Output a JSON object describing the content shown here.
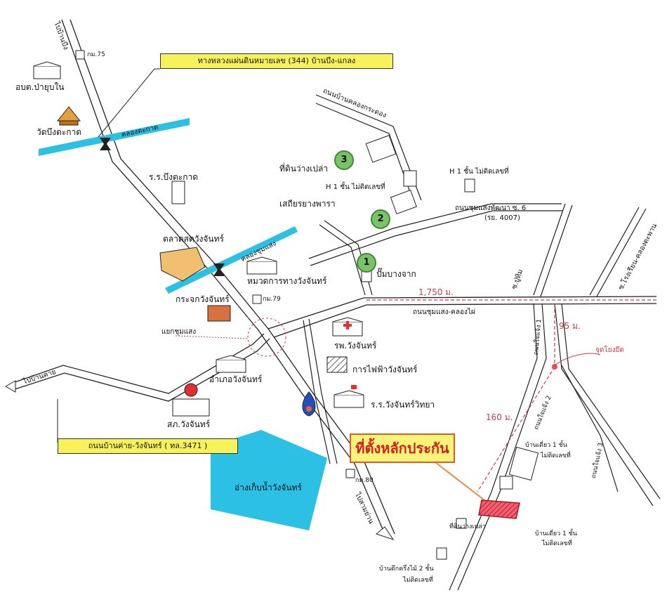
{
  "banners": {
    "top_highway": "ทางหลวงแผ่นดินหมายเลข (344) บ้านบึง-แกลง",
    "bottom_road": "ถนนบ้านค่าย-วังจันทร์ ( ทล.3471 )"
  },
  "main_label": "ที่ตั้งหลักประกัน",
  "landmarks": {
    "obt": "อบต.ป่ายุบใน",
    "wat": "วัดบึงตะกาด",
    "school_bt": "ร.ร.บึงตะกาด",
    "market": "ตลาดสดวังจันทร์",
    "highway_dept": "หมวดการทางวังจันทร์",
    "krok": "กระจกวังจันทร์",
    "intersection": "แยกชุมแสง",
    "district_office": "อำเภอวังจันทร์",
    "police": "สภ.วังจันทร์",
    "hospital": "รพ.วังจันทร์",
    "electricity": "การไฟฟ้าวังจันทร์",
    "school_wc": "ร.ร.วังจันทร์วิทยา",
    "reservoir": "อ่างเก็บน้ำวังจันทร์",
    "gas_station": "ปั๊มบางจาก",
    "vacant_land": "ที่ดินว่างเปล่า",
    "rubber_shop": "เสถียรยางพารา",
    "house_1a": "H 1 ชั้น ไม่ติดเลขที่",
    "house_1b": "H 1 ชั้น ไม่ติดเลขที่",
    "house_single_top_a": "บ้านเดี่ยว 1 ชั้น",
    "house_single_top_b": "ไม่ติดเลขที่",
    "house_single_bot_a": "บ้านเดี่ยว 1 ชั้น",
    "house_single_bot_b": "ไม่ติดเลขที่",
    "vacant_small": "ที่ดินว่างเปล่า",
    "house_half_a": "บ้านตึกครึ่งไม้ 2 ชั้น",
    "house_half_b": "ไม่ติดเลขที่"
  },
  "roads": {
    "to_bueng": "ไปบ้านบึง",
    "km75": "กม.75",
    "canal1": "คลองตะกาด",
    "canal2": "คลองชุมแสง",
    "khlong_krathong": "ถนนบ้านคลองกระดอง",
    "chumsaeng_phatthana": "ถนนชุมแสงพัฒนา ซ. 6",
    "ry4007": "(รย. 4007)",
    "chumsaeng_khlongphai": "ถนนชุมแสง-คลองไผ่",
    "s_putom": "ซ.ปู่ทิม",
    "s_school": "ซ.โรงเรียน-คลองตะพาน",
    "km79": "กม.79",
    "to_bankhai": "ไปบ้านค่าย",
    "km80": "กม.80",
    "to_saenphan": "ไปสามย่าน",
    "s_jaijaeng1": "ถนนใจแจ้ง 1",
    "s_jaijaeng2": "ถนนใจแจ้ง 2",
    "s_jaijaeng3": "ถนนใจแจ้ง 3"
  },
  "distances": {
    "d1750": "1,750 ม.",
    "d95": "95 ม.",
    "d160": "160 ม.",
    "ref_point": "จุดโยงยึด"
  },
  "markers": [
    "1",
    "2",
    "3"
  ],
  "colors": {
    "water": "#2bc0e4",
    "banner": "#f7f25a",
    "plot": "#e8304a",
    "route": "#d43a4a",
    "marker": "#7ac36a"
  }
}
